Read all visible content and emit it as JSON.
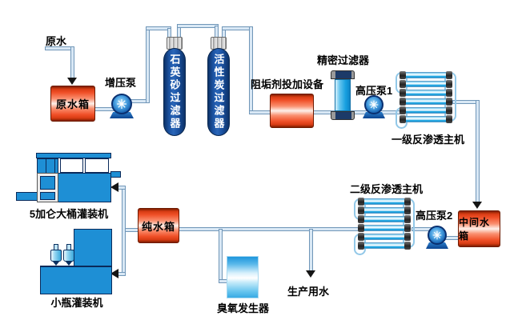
{
  "labels": {
    "raw_water": "原水",
    "raw_water_tank": "原水箱",
    "booster_pump": "增压泵",
    "quartz_filter": "石英砂过滤器",
    "carbon_filter": "活性炭过滤器",
    "antiscalant_unit": "阻垢剂投加设备",
    "precision_filter": "精密过滤器",
    "hp_pump1": "高压泵1",
    "ro_stage1": "一级反渗透主机",
    "ro_stage2": "二级反渗透主机",
    "hp_pump2": "高压泵2",
    "intermediate_tank": "中间水箱",
    "pure_water_tank": "纯水箱",
    "gallon_filler": "5加仑大桶灌装机",
    "bottle_filler": "小瓶灌装机",
    "ozone_generator": "臭氧发生器",
    "production_water": "生产用水"
  },
  "colors": {
    "tank_red": "#e04018",
    "machine_blue": "#1e8fd5",
    "filter_navy": "#16448e",
    "membrane_cyan": "#30b0e8",
    "pump_blue": "#1a66b4",
    "pipe_fill": "#d9e8f5",
    "pipe_edge": "#7096b8"
  },
  "ro_units": {
    "tube_count": 6
  }
}
